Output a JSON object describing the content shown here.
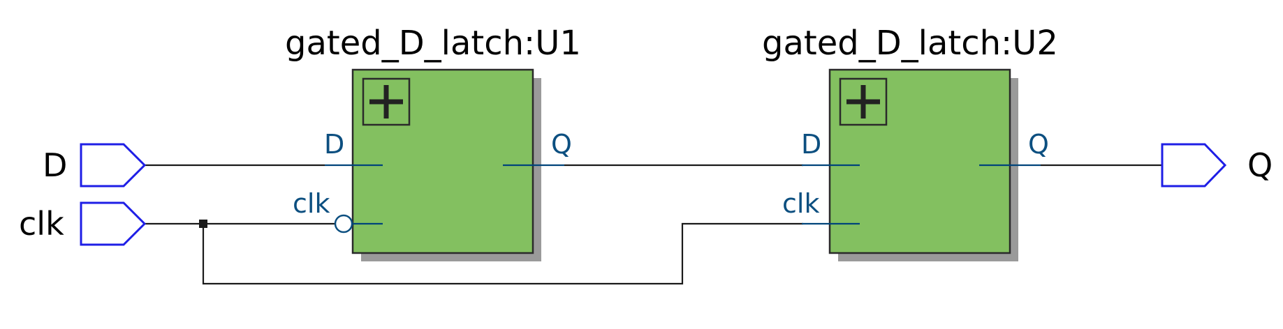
{
  "inputs": {
    "d": "D",
    "clk": "clk"
  },
  "outputs": {
    "q": "Q"
  },
  "blocks": [
    {
      "title": "gated_D_latch:U1",
      "pins": {
        "d": "D",
        "clk": "clk",
        "q": "Q"
      },
      "clk_inverted": true
    },
    {
      "title": "gated_D_latch:U2",
      "pins": {
        "d": "D",
        "clk": "clk",
        "q": "Q"
      },
      "clk_inverted": false
    }
  ],
  "colors": {
    "block_fill": "#83c060",
    "port_outline": "#1e1ee6",
    "pin_text": "#0c4f80",
    "wire": "#1a1a1a"
  }
}
